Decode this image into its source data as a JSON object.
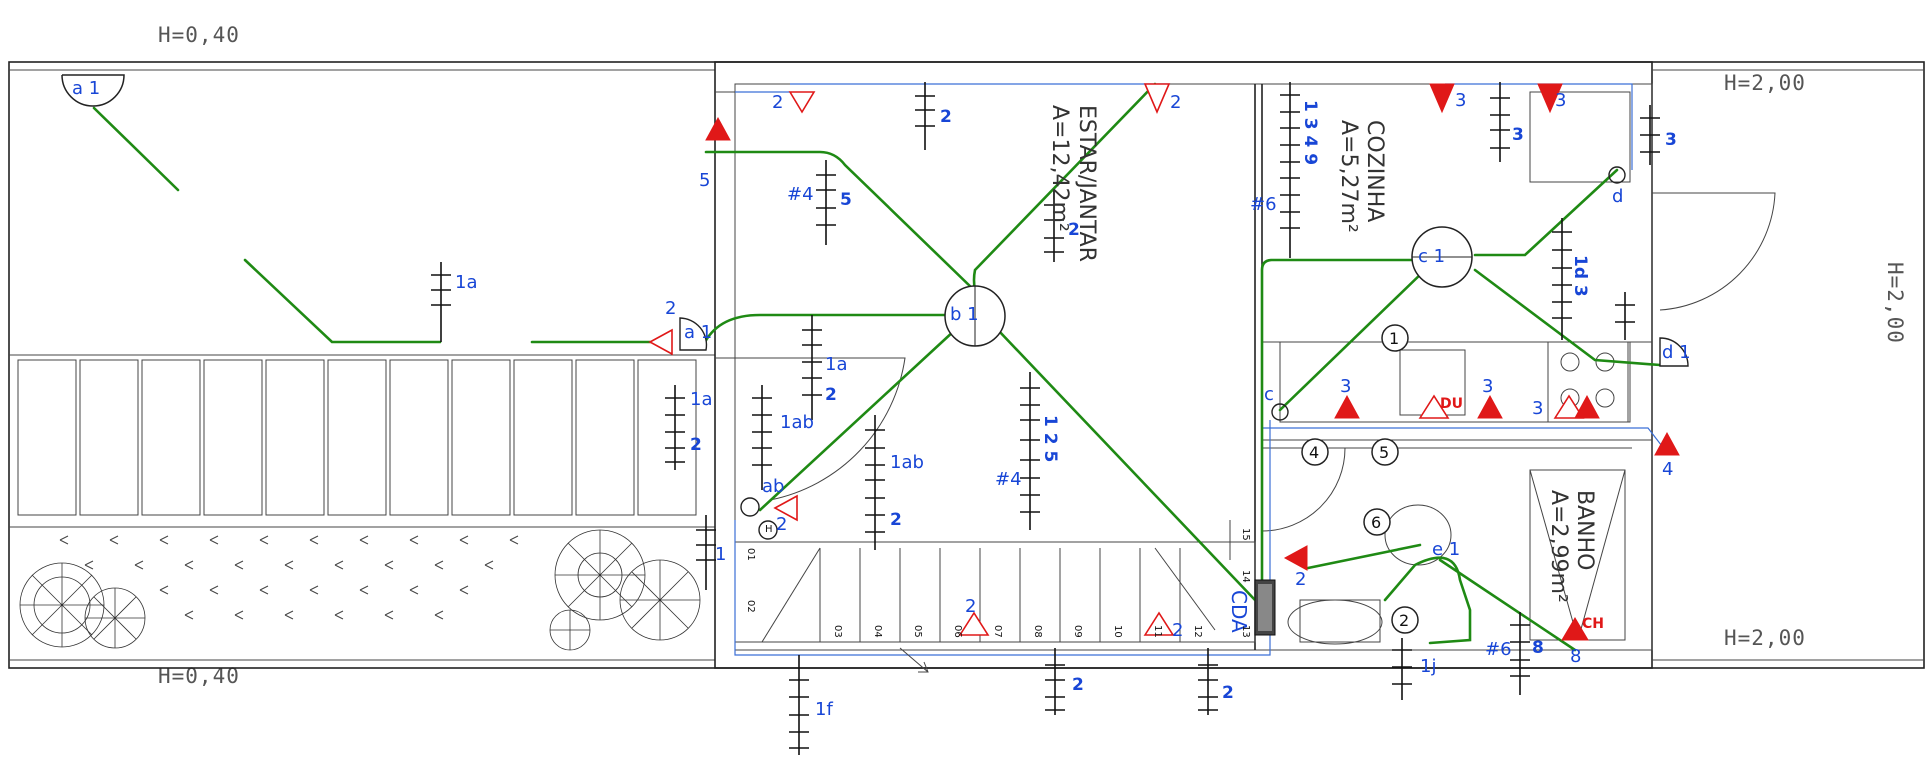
{
  "dimensions": {
    "top_left": "H=0,40",
    "bottom_left": "H=0,40",
    "top_right": "H=2,00",
    "right_side": "H=2,00",
    "bottom_right": "H=2,00"
  },
  "rooms": {
    "estar_name": "ESTAR/JANTAR",
    "estar_area": "A=12,42m²",
    "cozinha_name": "COZINHA",
    "cozinha_area": "A=5,27m²",
    "banho_name": "BANHO",
    "banho_area": "A=2,99m²"
  },
  "panel": {
    "label": "CDA"
  },
  "labels": {
    "garden_lamp": "a 1",
    "c1a": "1a",
    "c1a_2": "1a",
    "c2": "2",
    "c1a_3": "1a",
    "c2b": "2",
    "c1ab": "1ab",
    "c1ab2": "1ab",
    "c2c": "2",
    "c1f": "1f",
    "c1j": "1j",
    "c2d": "2",
    "c2e": "2",
    "c2top": "2",
    "c5": "5",
    "n4a": "#4",
    "c2f": "2",
    "c134_9": "1 3 4 9",
    "n6": "#6",
    "c3a": "3",
    "c3b": "3",
    "c1d3": "1d 3",
    "c1d_lamp": "d 1",
    "c1_25": "1 2 5",
    "n4b": "#4",
    "n6b": "#6",
    "c8": "8",
    "c1_small": "1",
    "lamp_b": "b 1",
    "lamp_c": "c 1",
    "lamp_a2": "a 1",
    "lamp_e": "e 1",
    "switch_d": "d",
    "switch_c": "c",
    "sw_ab": "ab",
    "du": "DU",
    "ch": "CH",
    "out2a": "2",
    "out2b": "2",
    "out2c": "2",
    "out5": "5",
    "out2d": "2",
    "out3a": "3",
    "out3b": "3",
    "out3c": "3",
    "out3d": "3",
    "out3e": "3",
    "out4": "4",
    "out8": "8",
    "out2e": "2",
    "out2f": "2",
    "out2g": "2",
    "circ1": "1",
    "circ4": "4",
    "circ5": "5",
    "circ6": "6",
    "circ2": "2",
    "h_box": "H",
    "step15": "15",
    "step14": "14",
    "step13": "13",
    "step12": "12",
    "step11": "11",
    "step10": "10",
    "step09": "09",
    "step08": "08",
    "step07": "07",
    "step06": "06",
    "step05": "05",
    "step04": "04",
    "step03": "03",
    "step02": "02",
    "step01": "01"
  },
  "colors": {
    "wiring": "#1f8a14",
    "conduit": "#3b6fd6",
    "annotation": "#1846d6",
    "outlet": "#e01818",
    "wall": "#222222"
  },
  "icons": [
    "ceiling-light-icon",
    "outlet-triangle-icon",
    "switch-icon",
    "panel-icon",
    "plant-icon",
    "shower-icon",
    "toilet-icon",
    "sink-icon",
    "stove-icon"
  ]
}
